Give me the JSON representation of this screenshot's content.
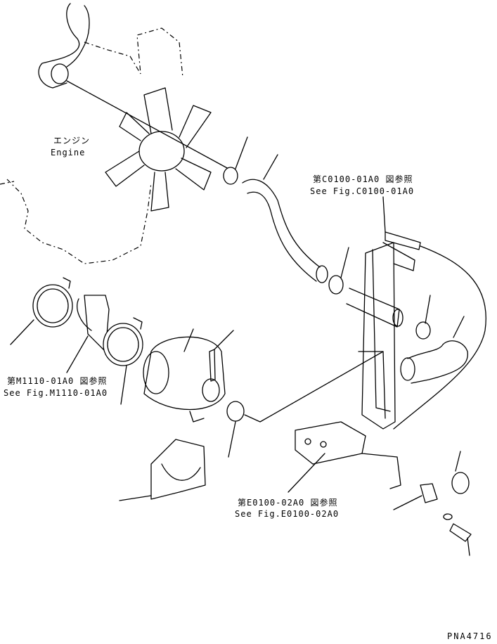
{
  "labels": {
    "engine_jp": "エンジン",
    "engine_en": "Engine",
    "ref_c0100_jp": "第C0100-01A0 図参照",
    "ref_c0100_en": "See Fig.C0100-01A0",
    "ref_m1110_jp": "第M1110-01A0 図参照",
    "ref_m1110_en": "See Fig.M1110-01A0",
    "ref_e0100_jp": "第E0100-02A0 図参照",
    "ref_e0100_en": "See Fig.E0100-02A0",
    "drawing_number": "PNA4716"
  }
}
